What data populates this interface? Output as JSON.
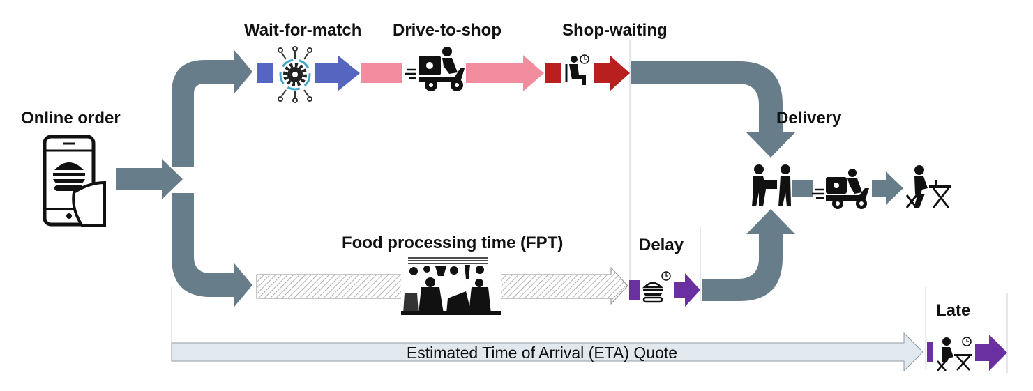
{
  "labels": {
    "online_order": "Online order",
    "wait_for_match": "Wait-for-match",
    "drive_to_shop": "Drive-to-shop",
    "shop_waiting": "Shop-waiting",
    "delivery": "Delivery",
    "fpt": "Food processing time (FPT)",
    "delay": "Delay",
    "late": "Late",
    "eta": "Estimated Time of Arrival (ETA) Quote"
  },
  "colors": {
    "flow_gray": "#687d8a",
    "wait_blue": "#5565c0",
    "drive_pink": "#f28da0",
    "shop_red": "#b81f1f",
    "delay_purple": "#6a2fa0",
    "eta_fill": "#e2e9ee"
  },
  "icons": [
    "phone-burger-icon",
    "gear-circuit-icon",
    "delivery-scooter-icon",
    "seated-waiting-icon",
    "kitchen-photo",
    "burger-clock-icon",
    "handoff-people-icon",
    "diner-table-icon"
  ]
}
